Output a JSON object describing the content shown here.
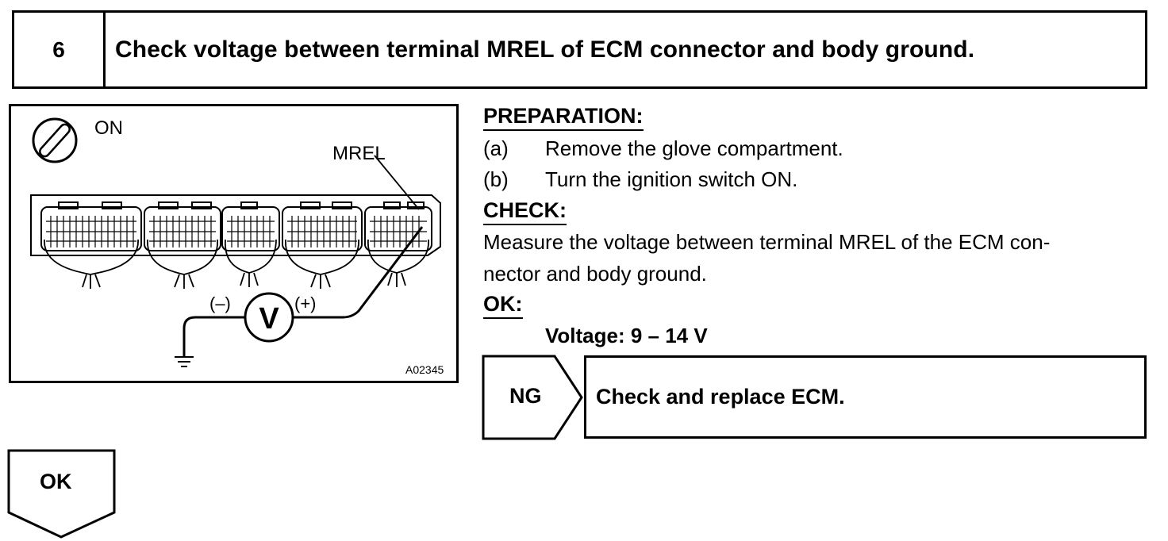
{
  "step": {
    "number": "6",
    "title": "Check voltage between terminal MREL of ECM connector and body ground."
  },
  "figure": {
    "ignition_state": "ON",
    "terminal_label": "MREL",
    "negative_probe": "(–)",
    "positive_probe": "(+)",
    "meter_symbol": "V",
    "figure_code": "A02345",
    "icons": [
      "ignition-switch-icon",
      "voltmeter-icon",
      "ground-icon"
    ]
  },
  "preparation": {
    "heading": "PREPARATION:",
    "items": [
      {
        "label": "(a)",
        "text": "Remove the glove compartment."
      },
      {
        "label": "(b)",
        "text": "Turn the ignition switch ON."
      }
    ]
  },
  "check": {
    "heading": "CHECK:",
    "lines": [
      "Measure the voltage between terminal MREL of the ECM con-",
      "nector and body ground."
    ]
  },
  "ok_spec": {
    "heading": "OK:",
    "value": "Voltage: 9 – 14 V"
  },
  "results": {
    "ng_label": "NG",
    "ng_action": "Check and replace ECM.",
    "ok_label": "OK"
  }
}
